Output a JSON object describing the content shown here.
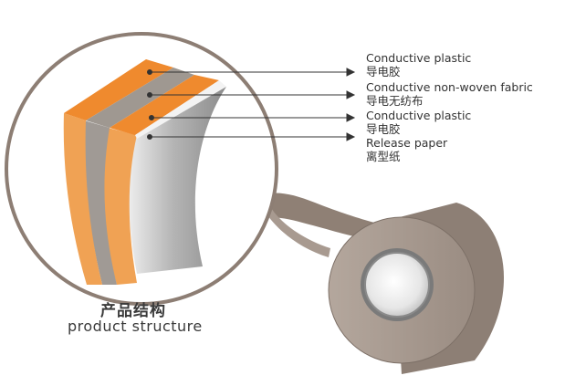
{
  "layers": [
    {
      "en": "Conductive plastic",
      "zh": "导电胶",
      "color": "#ef8a2e"
    },
    {
      "en": "Conductive non-woven fabric",
      "zh": "导电无纺布",
      "color": "#a09a95"
    },
    {
      "en": "Conductive plastic",
      "zh": "导电胶",
      "color": "#ef8a2e"
    },
    {
      "en": "Release paper",
      "zh": "离型纸",
      "color": "#e4e4e4"
    }
  ],
  "caption": {
    "zh": "产品结构",
    "en": "product structure"
  },
  "colors": {
    "circle_border": "#8d7e74",
    "tape": "#a7998f",
    "arrow": "#333333",
    "text": "#333333"
  }
}
